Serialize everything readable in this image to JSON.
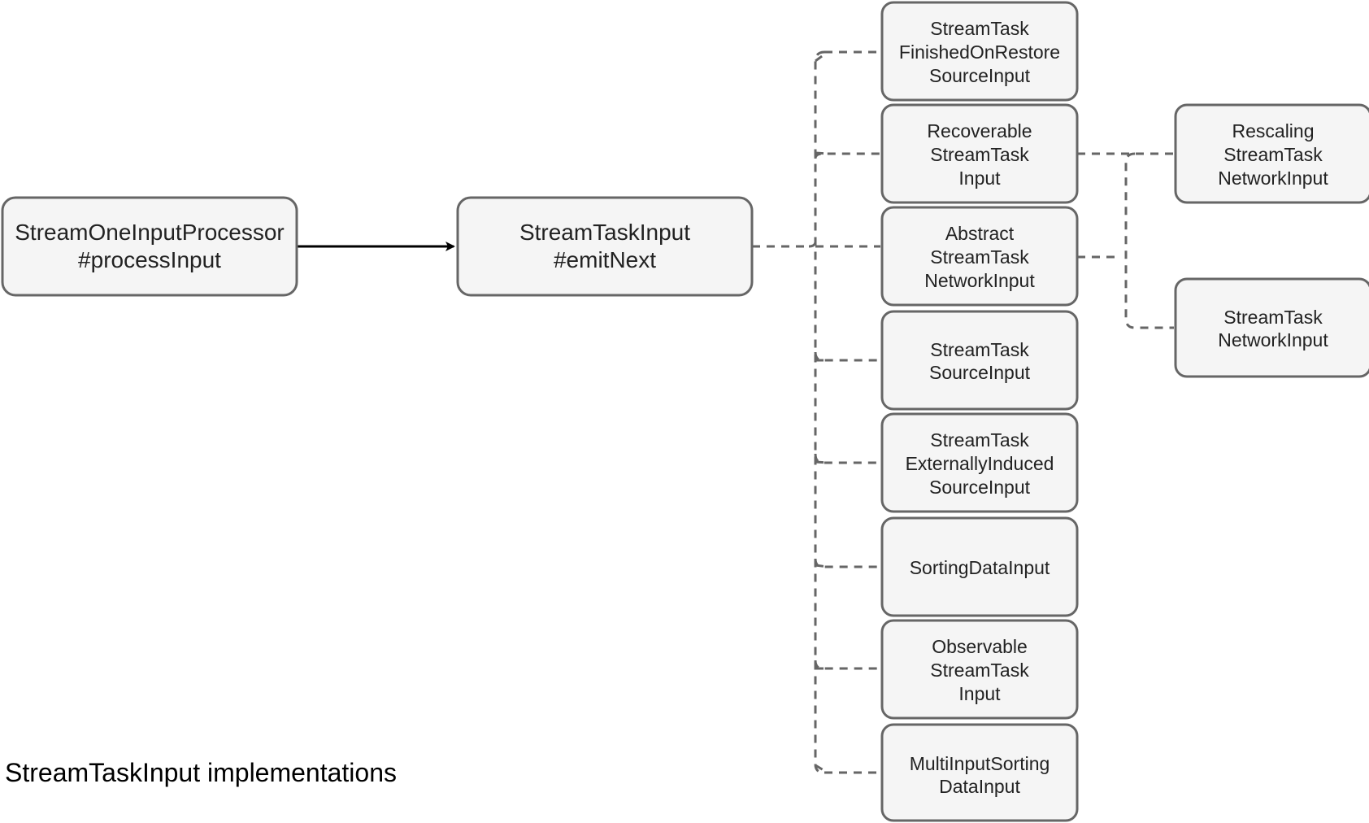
{
  "caption": "StreamTaskInput implementations",
  "nodes": {
    "processor": {
      "lines": [
        "StreamOneInputProcessor",
        "#processInput"
      ]
    },
    "task_input": {
      "lines": [
        "StreamTaskInput",
        "#emitNext"
      ]
    },
    "finished_on_restore": {
      "lines": [
        "StreamTask",
        "FinishedOnRestore",
        "SourceInput"
      ]
    },
    "recoverable": {
      "lines": [
        "Recoverable",
        "StreamTask",
        "Input"
      ]
    },
    "abstract_network": {
      "lines": [
        "Abstract",
        "StreamTask",
        "NetworkInput"
      ]
    },
    "source_input": {
      "lines": [
        "StreamTask",
        "SourceInput"
      ]
    },
    "externally_induced": {
      "lines": [
        "StreamTask",
        "ExternallyInduced",
        "SourceInput"
      ]
    },
    "sorting_data": {
      "lines": [
        "SortingDataInput"
      ]
    },
    "observable": {
      "lines": [
        "Observable",
        "StreamTask",
        "Input"
      ]
    },
    "multi_sorting": {
      "lines": [
        "MultiInputSorting",
        "DataInput"
      ]
    },
    "rescaling": {
      "lines": [
        "Rescaling",
        "StreamTask",
        "NetworkInput"
      ]
    },
    "network_input": {
      "lines": [
        "StreamTask",
        "NetworkInput"
      ]
    }
  },
  "edges": [
    {
      "from": "processor",
      "to": "task_input",
      "style": "solid-arrow"
    },
    {
      "from": "task_input",
      "to": "finished_on_restore",
      "style": "dashed"
    },
    {
      "from": "task_input",
      "to": "recoverable",
      "style": "dashed"
    },
    {
      "from": "task_input",
      "to": "abstract_network",
      "style": "dashed"
    },
    {
      "from": "task_input",
      "to": "source_input",
      "style": "dashed"
    },
    {
      "from": "task_input",
      "to": "externally_induced",
      "style": "dashed"
    },
    {
      "from": "task_input",
      "to": "sorting_data",
      "style": "dashed"
    },
    {
      "from": "task_input",
      "to": "observable",
      "style": "dashed"
    },
    {
      "from": "task_input",
      "to": "multi_sorting",
      "style": "dashed"
    },
    {
      "from": "recoverable",
      "to": "rescaling",
      "style": "dashed"
    },
    {
      "from": "abstract_network",
      "to": "rescaling",
      "style": "dashed"
    },
    {
      "from": "abstract_network",
      "to": "network_input",
      "style": "dashed"
    }
  ]
}
